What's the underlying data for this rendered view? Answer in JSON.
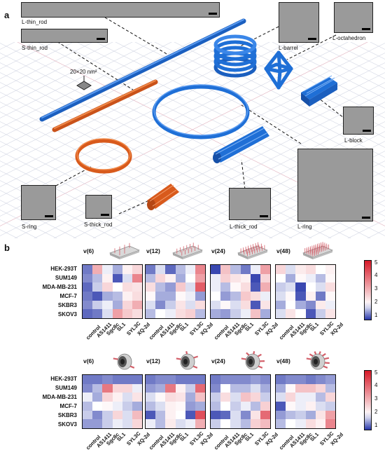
{
  "panel_a": {
    "letter": "a",
    "unit_label": "20×20 nm²",
    "structures": [
      {
        "name": "L-thin_rod",
        "color": "#1f6fd6"
      },
      {
        "name": "S-thin_rod",
        "color": "#e0641f"
      },
      {
        "name": "L-barrel",
        "color": "#1f6fd6"
      },
      {
        "name": "L-octahedron",
        "color": "#1f6fd6"
      },
      {
        "name": "L-block",
        "color": "#1f6fd6"
      },
      {
        "name": "L-ring",
        "color": "#1f6fd6"
      },
      {
        "name": "L-thick_rod",
        "color": "#1f6fd6"
      },
      {
        "name": "S-thick_rod",
        "color": "#e0641f"
      },
      {
        "name": "S-ring",
        "color": "#e0641f"
      }
    ]
  },
  "panel_b": {
    "letter": "b",
    "rows": [
      "HEK-293T",
      "SUM149",
      "MDA-MB-231",
      "MCF-7",
      "SKBR3",
      "SKOV3"
    ],
    "cols": [
      "control",
      "AS1411",
      "Sgc8c",
      "SL1",
      "SYL3C",
      "XQ-2d"
    ],
    "colorbar_ticks": [
      "5",
      "4",
      "3",
      "2",
      "1"
    ],
    "colorbar_range": [
      0.6,
      5.2
    ],
    "chart_data": [
      {
        "type": "heatmap",
        "group": "block",
        "label": "v(6)",
        "values": [
          [
            1.0,
            3.0,
            1.7,
            1.3,
            2.0,
            2.4
          ],
          [
            1.1,
            1.4,
            2.0,
            0.8,
            1.6,
            3.6
          ],
          [
            0.9,
            1.5,
            2.4,
            1.8,
            2.3,
            2.2
          ],
          [
            1.0,
            0.8,
            1.3,
            1.4,
            2.0,
            2.3
          ],
          [
            1.1,
            1.5,
            1.7,
            1.3,
            2.4,
            3.0
          ],
          [
            0.9,
            1.0,
            1.6,
            3.2,
            2.6,
            2.3
          ]
        ]
      },
      {
        "type": "heatmap",
        "group": "block",
        "label": "v(12)",
        "values": [
          [
            1.0,
            1.6,
            0.9,
            1.4,
            1.7,
            3.6
          ],
          [
            1.4,
            2.4,
            2.0,
            1.3,
            1.8,
            3.2
          ],
          [
            2.3,
            1.4,
            1.2,
            2.6,
            1.6,
            4.2
          ],
          [
            1.9,
            1.3,
            1.3,
            1.9,
            1.7,
            1.2
          ],
          [
            1.6,
            1.1,
            1.5,
            2.2,
            1.6,
            2.3
          ],
          [
            1.4,
            1.8,
            1.7,
            2.3,
            2.5,
            1.4
          ]
        ]
      },
      {
        "type": "heatmap",
        "group": "block",
        "label": "v(24)",
        "values": [
          [
            0.7,
            2.7,
            1.4,
            1.0,
            1.7,
            3.2
          ],
          [
            1.7,
            2.5,
            2.2,
            2.0,
            0.7,
            2.4
          ],
          [
            1.7,
            1.4,
            1.9,
            2.3,
            0.8,
            3.0
          ],
          [
            1.8,
            1.2,
            1.4,
            2.6,
            2.3,
            1.7
          ],
          [
            1.6,
            1.9,
            1.6,
            2.3,
            0.8,
            2.2
          ],
          [
            1.3,
            1.2,
            1.5,
            1.7,
            2.7,
            1.3
          ]
        ]
      },
      {
        "type": "heatmap",
        "group": "block",
        "label": "v(48)",
        "values": [
          [
            2.4,
            1.6,
            2.1,
            2.3,
            1.8,
            2.0
          ],
          [
            1.8,
            1.3,
            1.9,
            1.7,
            1.4,
            1.9
          ],
          [
            1.5,
            1.6,
            0.7,
            1.8,
            1.6,
            2.3
          ],
          [
            1.6,
            1.9,
            0.8,
            2.0,
            1.0,
            1.9
          ],
          [
            1.3,
            1.8,
            1.3,
            1.1,
            2.1,
            1.7
          ],
          [
            1.6,
            2.2,
            1.8,
            0.8,
            1.5,
            2.2
          ]
        ]
      },
      {
        "type": "heatmap",
        "group": "barrel",
        "label": "v(6)",
        "values": [
          [
            1.0,
            1.0,
            1.1,
            1.0,
            1.0,
            1.0
          ],
          [
            1.1,
            1.4,
            3.8,
            2.4,
            2.4,
            1.7
          ],
          [
            1.7,
            1.3,
            2.4,
            2.0,
            1.6,
            2.2
          ],
          [
            1.4,
            1.8,
            1.9,
            1.7,
            1.5,
            1.3
          ],
          [
            1.5,
            1.1,
            1.5,
            2.4,
            1.6,
            2.8
          ],
          [
            1.2,
            1.2,
            1.5,
            1.7,
            1.6,
            2.4
          ]
        ]
      },
      {
        "type": "heatmap",
        "group": "barrel",
        "label": "v(12)",
        "values": [
          [
            1.0,
            1.1,
            1.1,
            1.0,
            1.0,
            1.0
          ],
          [
            1.2,
            1.3,
            3.8,
            2.0,
            1.5,
            4.0
          ],
          [
            1.6,
            1.9,
            2.3,
            2.2,
            1.3,
            2.7
          ],
          [
            1.4,
            1.6,
            2.0,
            1.9,
            1.2,
            1.3
          ],
          [
            0.8,
            1.4,
            2.0,
            1.8,
            0.8,
            4.4
          ],
          [
            1.7,
            1.4,
            2.1,
            1.6,
            1.7,
            3.0
          ]
        ]
      },
      {
        "type": "heatmap",
        "group": "barrel",
        "label": "v(24)",
        "values": [
          [
            1.0,
            1.1,
            1.1,
            1.1,
            1.2,
            1.1
          ],
          [
            1.1,
            1.8,
            1.4,
            1.4,
            1.6,
            1.3
          ],
          [
            1.5,
            2.3,
            1.6,
            2.7,
            2.4,
            1.5
          ],
          [
            1.4,
            1.8,
            1.5,
            1.7,
            1.4,
            2.5
          ],
          [
            0.8,
            0.9,
            1.6,
            1.1,
            2.2,
            4.0
          ],
          [
            1.5,
            1.8,
            1.6,
            1.4,
            2.5,
            2.8
          ]
        ]
      },
      {
        "type": "heatmap",
        "group": "barrel",
        "label": "v(48)",
        "values": [
          [
            1.0,
            1.1,
            1.1,
            1.0,
            1.1,
            1.2
          ],
          [
            1.3,
            1.9,
            2.7,
            2.7,
            2.4,
            1.4
          ],
          [
            1.6,
            2.4,
            1.7,
            1.7,
            1.4,
            2.4
          ],
          [
            0.8,
            1.9,
            1.7,
            2.0,
            1.6,
            1.5
          ],
          [
            1.2,
            1.4,
            1.5,
            1.3,
            2.2,
            3.2
          ],
          [
            1.4,
            1.8,
            1.7,
            2.3,
            2.0,
            3.6
          ]
        ]
      }
    ]
  }
}
